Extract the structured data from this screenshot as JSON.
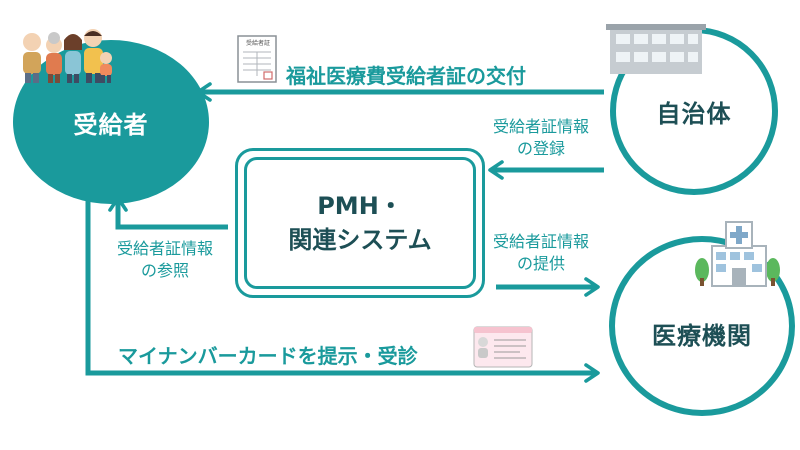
{
  "colors": {
    "teal": "#1a9a9c",
    "dark_text": "#1d4f55",
    "white": "#ffffff"
  },
  "nodes": {
    "recipient": "受給者",
    "municipality": "自治体",
    "medical": "医療機関"
  },
  "system": {
    "line1": "PMH・",
    "line2": "関連システム"
  },
  "arrows": {
    "issue": "福祉医療費受給者証の交付",
    "register_l1": "受給者証情報",
    "register_l2": "の登録",
    "refer_l1": "受給者証情報",
    "refer_l2": "の参照",
    "provide_l1": "受給者証情報",
    "provide_l2": "の提供",
    "present": "マイナンバーカードを提示・受診"
  },
  "certificate_card": {
    "title": "受給者証"
  },
  "icons": [
    "family-icon",
    "certificate-icon",
    "building-icon",
    "hospital-icon",
    "mynumber-card-icon"
  ]
}
